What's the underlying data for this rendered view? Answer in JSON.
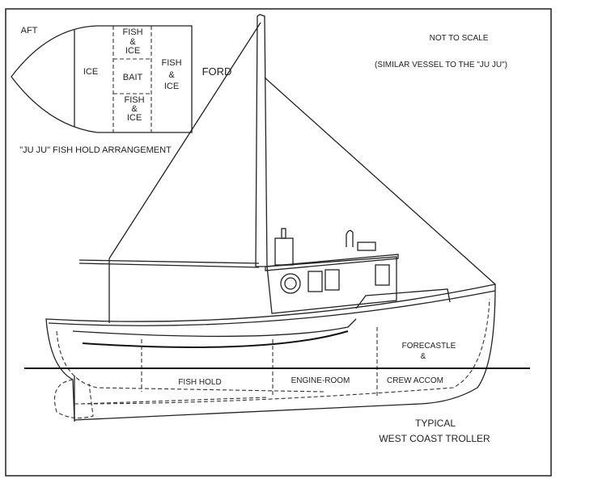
{
  "hold_plan": {
    "aft": "AFT",
    "ford": "FORD",
    "ice": "ICE",
    "bait": "BAIT",
    "fish_ice_top": [
      "FISH",
      "&",
      "ICE"
    ],
    "fish_ice_bottom": [
      "FISH",
      "&",
      "ICE"
    ],
    "fish_ice_fwd": [
      "FISH",
      "&",
      "ICE"
    ],
    "caption": "\"JU JU\" FISH HOLD ARRANGEMENT"
  },
  "notes": {
    "scale": "NOT TO SCALE",
    "similar": "(SIMILAR VESSEL TO THE \"JU JU\")"
  },
  "profile": {
    "forecastle": "FORECASTLE",
    "amp": "&",
    "fish_hold": "FISH HOLD",
    "engine_room": "ENGINE-ROOM",
    "crew_accom": "CREW ACCOM",
    "title_line1": "TYPICAL",
    "title_line2": "WEST COAST TROLLER"
  }
}
